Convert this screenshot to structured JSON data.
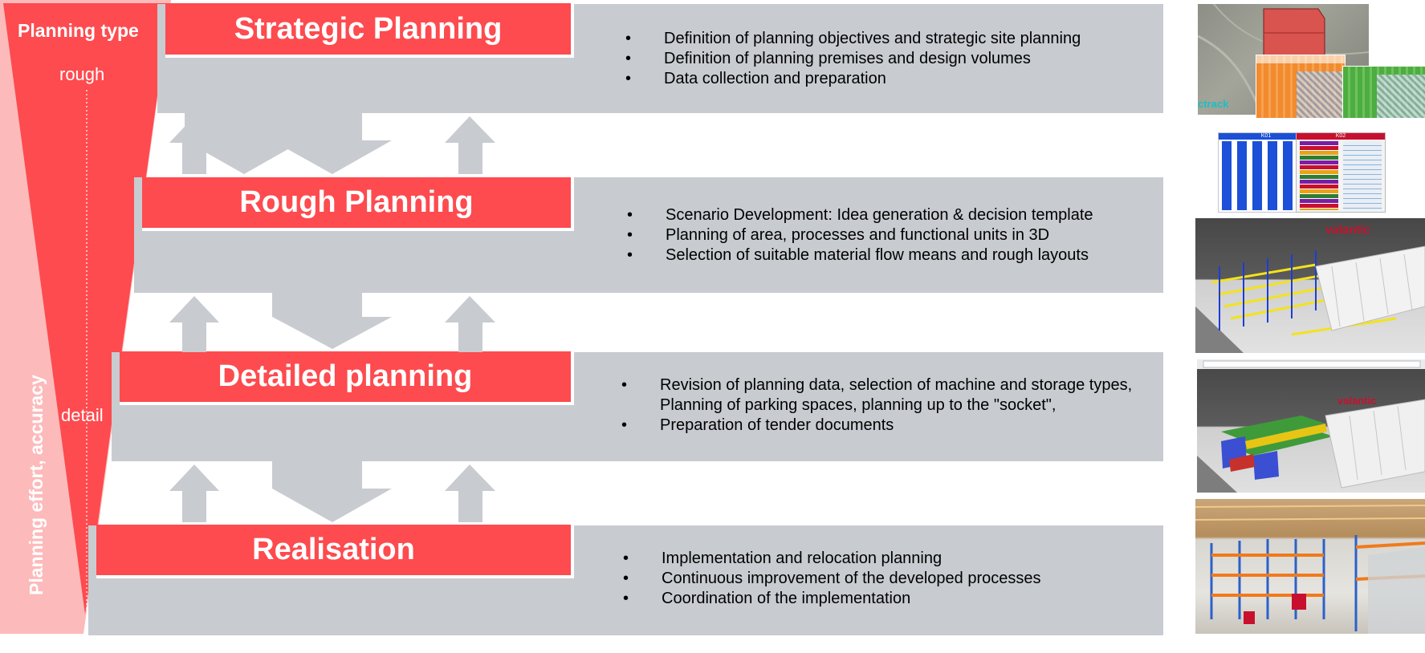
{
  "funnel": {
    "planning_type_label": "Planning type",
    "rough_label": "rough",
    "detail_label": "detail",
    "axis_label": "Planning effort, accuracy",
    "colors": {
      "main": "#fd4b4f",
      "light": "#fdbabb"
    }
  },
  "phases": [
    {
      "title": "Strategic Planning",
      "bullets": [
        "Definition of planning objectives and strategic site planning",
        "Definition of planning premises and design volumes",
        "Data collection and preparation"
      ]
    },
    {
      "title": "Rough Planning",
      "bullets": [
        "Scenario Development: Idea generation & decision template",
        "Planning of area, processes and functional units in 3D",
        "Selection of suitable material flow means and rough layouts"
      ]
    },
    {
      "title": "Detailed planning",
      "bullets": [
        "Revision of planning data, selection of machine and storage types,",
        "Preparation of tender documents"
      ],
      "bullet_continuation": "Planning of parking spaces, planning up to the \"socket\","
    },
    {
      "title": "Realisation",
      "bullets": [
        "Implementation and relocation planning",
        "Continuous improvement of the developed processes",
        "Coordination of the implementation"
      ]
    }
  ],
  "images": {
    "render_logo": "valantic",
    "map_overlay_text": "ctrack",
    "rack_header_left": "K01",
    "rack_header_right": "K02"
  },
  "colors": {
    "band": "#c8cbd0",
    "accent": "#fd4b4f",
    "text": "#000000"
  }
}
